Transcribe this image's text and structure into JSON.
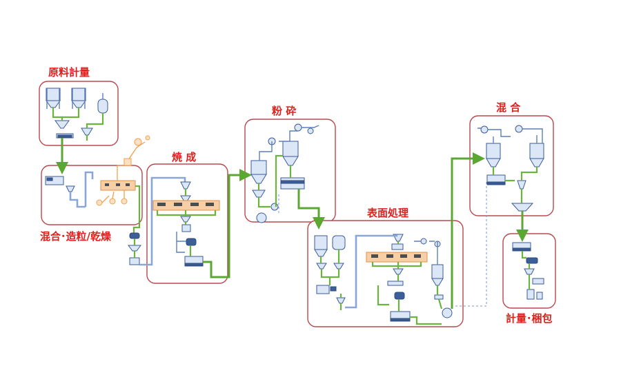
{
  "sections": {
    "raw_weighing": "原料計量",
    "mix_granulate_dry": "混合･造粒/乾燥",
    "firing": "焼 成",
    "grinding": "粉 砕",
    "surface_treatment": "表面処理",
    "mixing": "混 合",
    "weigh_pack": "計量･梱包"
  },
  "colors": {
    "section_label": "#e0201c",
    "section_border": "#b8484e",
    "material_flow": "#6bb43c",
    "equipment_blue": "#3a5a9a",
    "kiln_orange": "#f0a050"
  }
}
